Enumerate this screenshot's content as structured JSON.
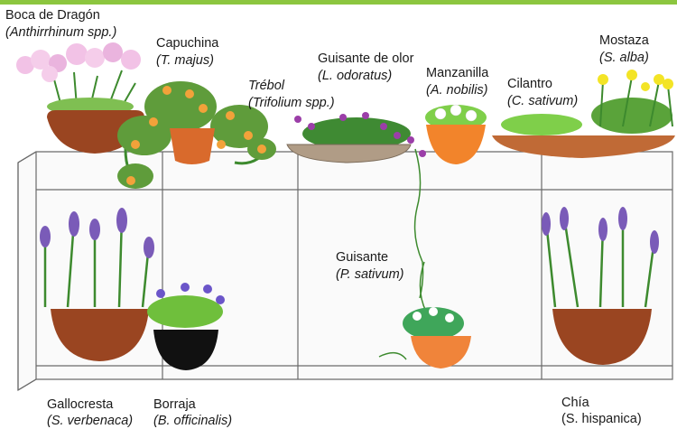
{
  "accent_color": "#8cc63f",
  "plants": [
    {
      "id": "boca",
      "common": "Boca de Dragón",
      "scientific": "(Anthirrhinum spp.)"
    },
    {
      "id": "capuchina",
      "common": "Capuchina",
      "scientific": "(T. majus)"
    },
    {
      "id": "trebol",
      "common": "Trébol",
      "scientific": "(Trifolium spp.)"
    },
    {
      "id": "guisante-olor",
      "common": "Guisante de olor",
      "scientific": "(L. odoratus)"
    },
    {
      "id": "manzanilla",
      "common": "Manzanilla",
      "scientific": "(A. nobilis)"
    },
    {
      "id": "cilantro",
      "common": "Cilantro",
      "scientific": "(C. sativum)"
    },
    {
      "id": "mostaza",
      "common": "Mostaza",
      "scientific": "(S. alba)"
    },
    {
      "id": "guisante",
      "common": "Guisante",
      "scientific": "(P. sativum)"
    },
    {
      "id": "gallocresta",
      "common": "Gallocresta",
      "scientific": "(S. verbenaca)"
    },
    {
      "id": "borraja",
      "common": "Borraja",
      "scientific": "(B. officinalis)"
    },
    {
      "id": "chia",
      "common": "Chía",
      "scientific": "(S. hispanica)"
    }
  ]
}
